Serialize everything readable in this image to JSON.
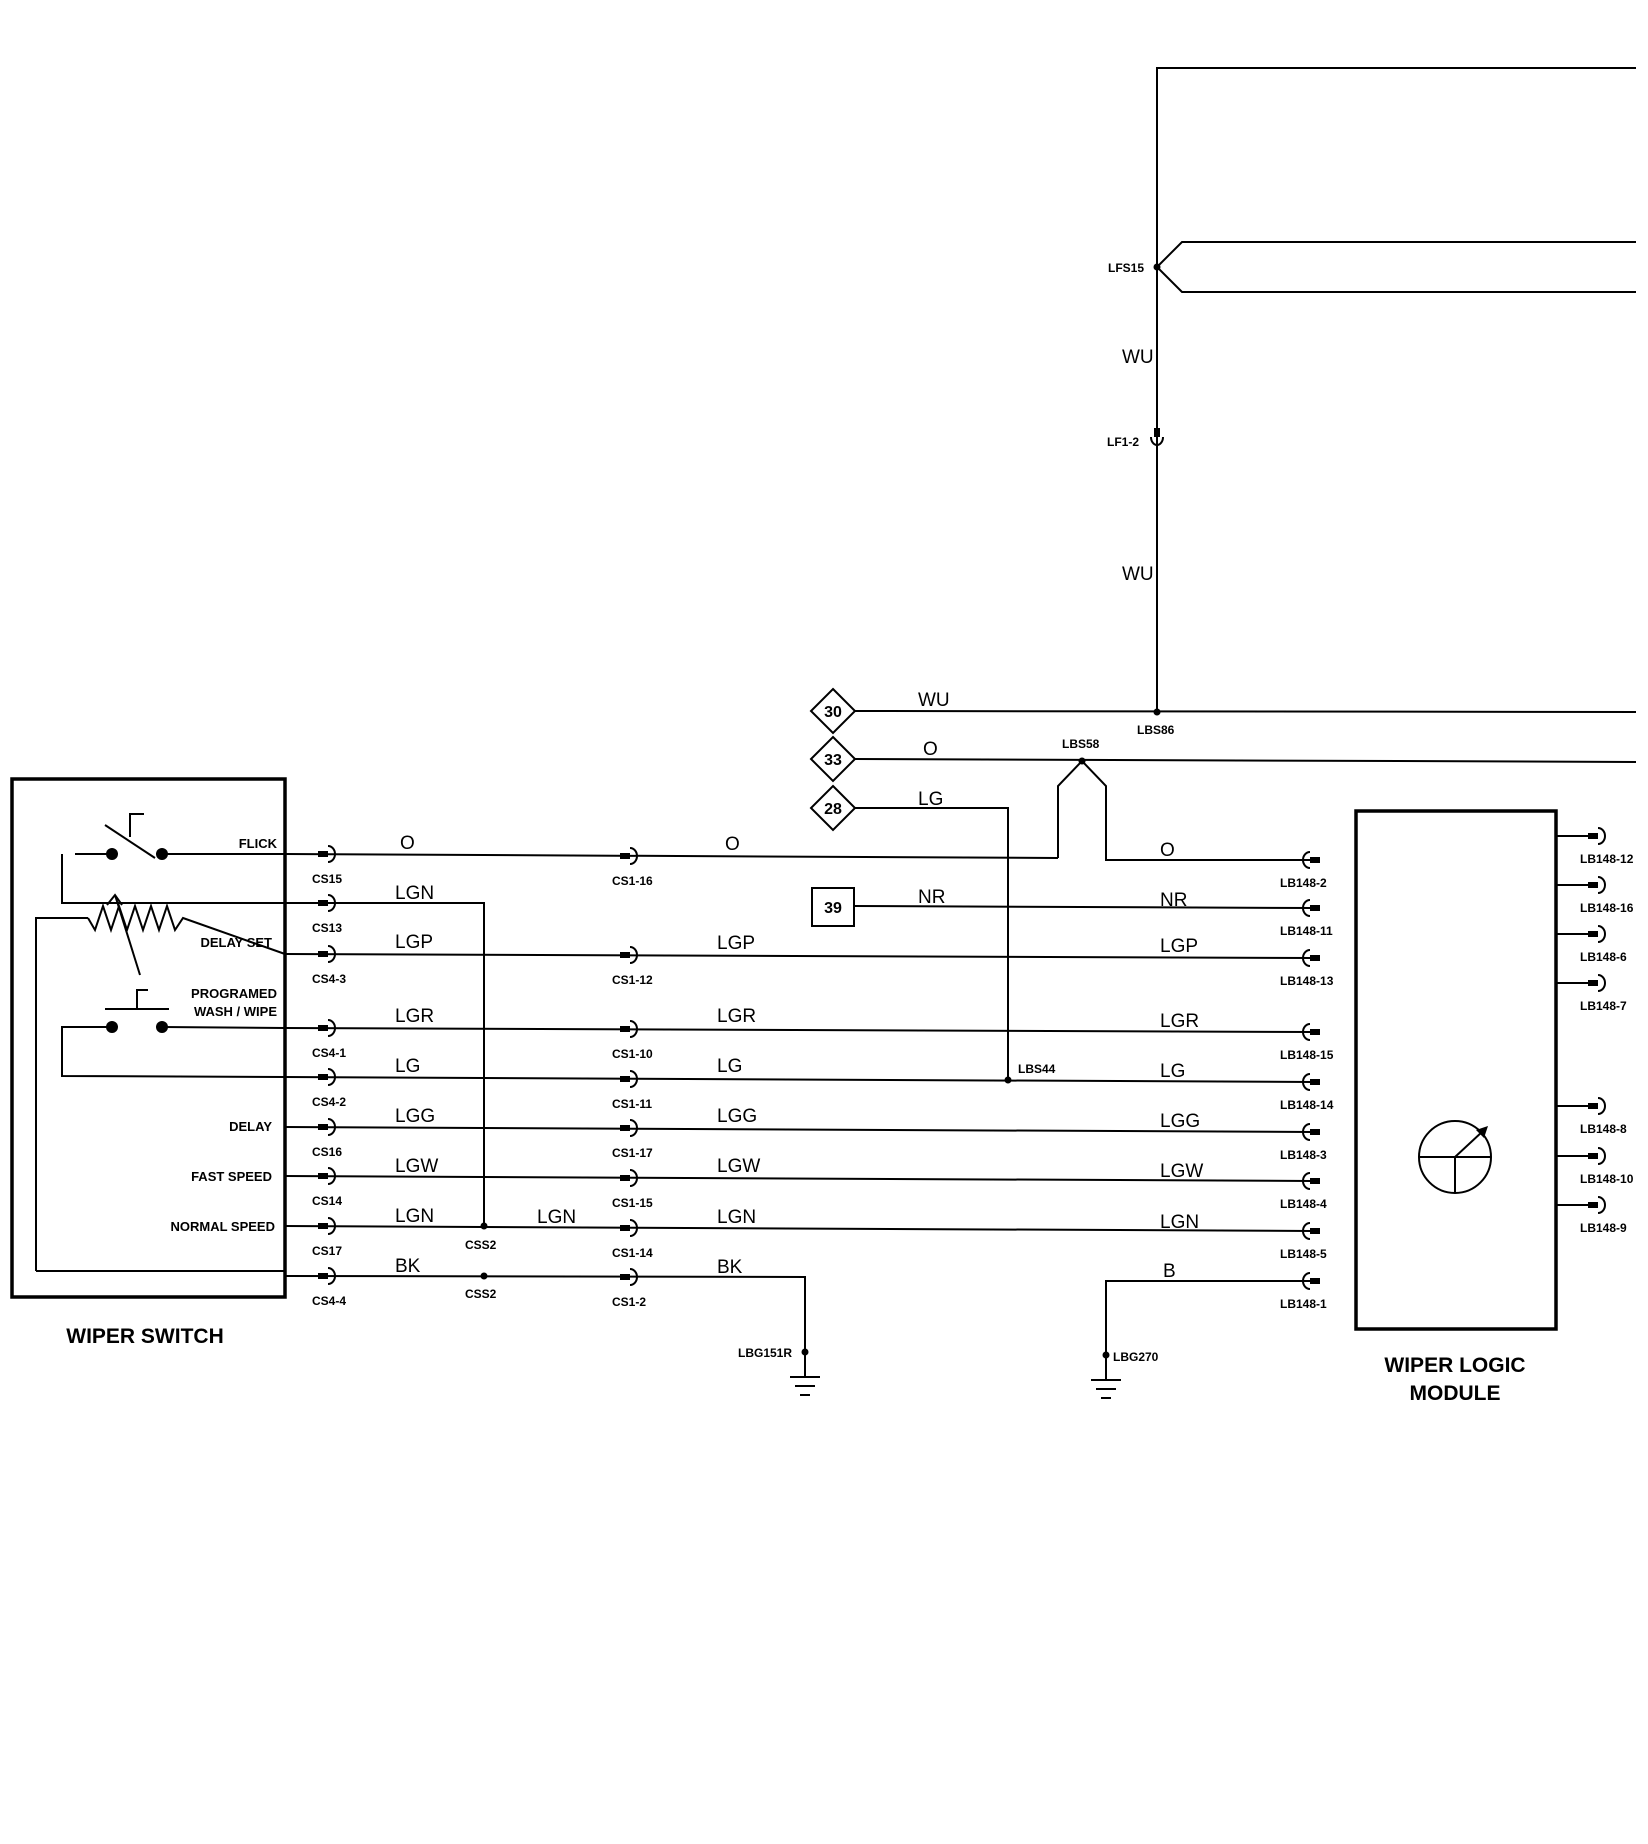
{
  "components": {
    "wiper_switch": {
      "title": "WIPER SWITCH",
      "functions": {
        "flick": "FLICK",
        "delay_set": "DELAY SET",
        "programed_1": "PROGRAMED",
        "programed_2": "WASH / WIPE",
        "delay": "DELAY",
        "fast_speed": "FAST SPEED",
        "normal_speed": "NORMAL SPEED"
      }
    },
    "wiper_logic_module": {
      "title_1": "WIPER LOGIC",
      "title_2": "MODULE"
    }
  },
  "references": {
    "r30": "30",
    "r33": "33",
    "r28": "28",
    "r39": "39"
  },
  "splices": {
    "lfs15": "LFS15",
    "lbs86": "LBS86",
    "lbs58": "LBS58",
    "lbs44": "LBS44",
    "css2_a": "CSS2",
    "css2_b": "CSS2",
    "lf1_2": "LF1-2"
  },
  "grounds": {
    "lbg151r": "LBG151R",
    "lbg270": "LBG270"
  },
  "wires": {
    "wu_top": "WU",
    "wu_mid": "WU",
    "wu_30": "WU",
    "o_33": "O",
    "lg_28": "LG",
    "nr_39": "NR",
    "nr_mod": "NR",
    "flick_1": "O",
    "flick_2": "O",
    "flick_3": "O",
    "cs13": "LGN",
    "delayset_1": "LGP",
    "delayset_2": "LGP",
    "delayset_3": "LGP",
    "prog_1": "LGR",
    "prog_2": "LGR",
    "prog_3": "LGR",
    "lg_1": "LG",
    "lg_2": "LG",
    "lg_3": "LG",
    "delay_1": "LGG",
    "delay_2": "LGG",
    "delay_3": "LGG",
    "fast_1": "LGW",
    "fast_2": "LGW",
    "fast_3": "LGW",
    "normal_1": "LGN",
    "normal_2": "LGN",
    "normal_3": "LGN",
    "normal_4": "LGN",
    "bk_1": "BK",
    "bk_2": "BK",
    "b_mod": "B"
  },
  "connectors": {
    "cs15": "CS15",
    "cs13": "CS13",
    "cs4_3": "CS4-3",
    "cs4_1": "CS4-1",
    "cs4_2": "CS4-2",
    "cs16": "CS16",
    "cs14": "CS14",
    "cs17": "CS17",
    "cs4_4": "CS4-4",
    "cs1_16": "CS1-16",
    "cs1_12": "CS1-12",
    "cs1_10": "CS1-10",
    "cs1_11": "CS1-11",
    "cs1_17": "CS1-17",
    "cs1_15": "CS1-15",
    "cs1_14": "CS1-14",
    "cs1_2": "CS1-2",
    "lb148_2": "LB148-2",
    "lb148_11": "LB148-11",
    "lb148_13": "LB148-13",
    "lb148_15": "LB148-15",
    "lb148_14": "LB148-14",
    "lb148_3": "LB148-3",
    "lb148_4": "LB148-4",
    "lb148_5": "LB148-5",
    "lb148_1": "LB148-1",
    "r_lb148_12": "LB148-12",
    "r_lb148_16": "LB148-16",
    "r_lb148_6": "LB148-6",
    "r_lb148_7": "LB148-7",
    "r_lb148_8": "LB148-8",
    "r_lb148_10": "LB148-10",
    "r_lb148_9": "LB148-9"
  }
}
